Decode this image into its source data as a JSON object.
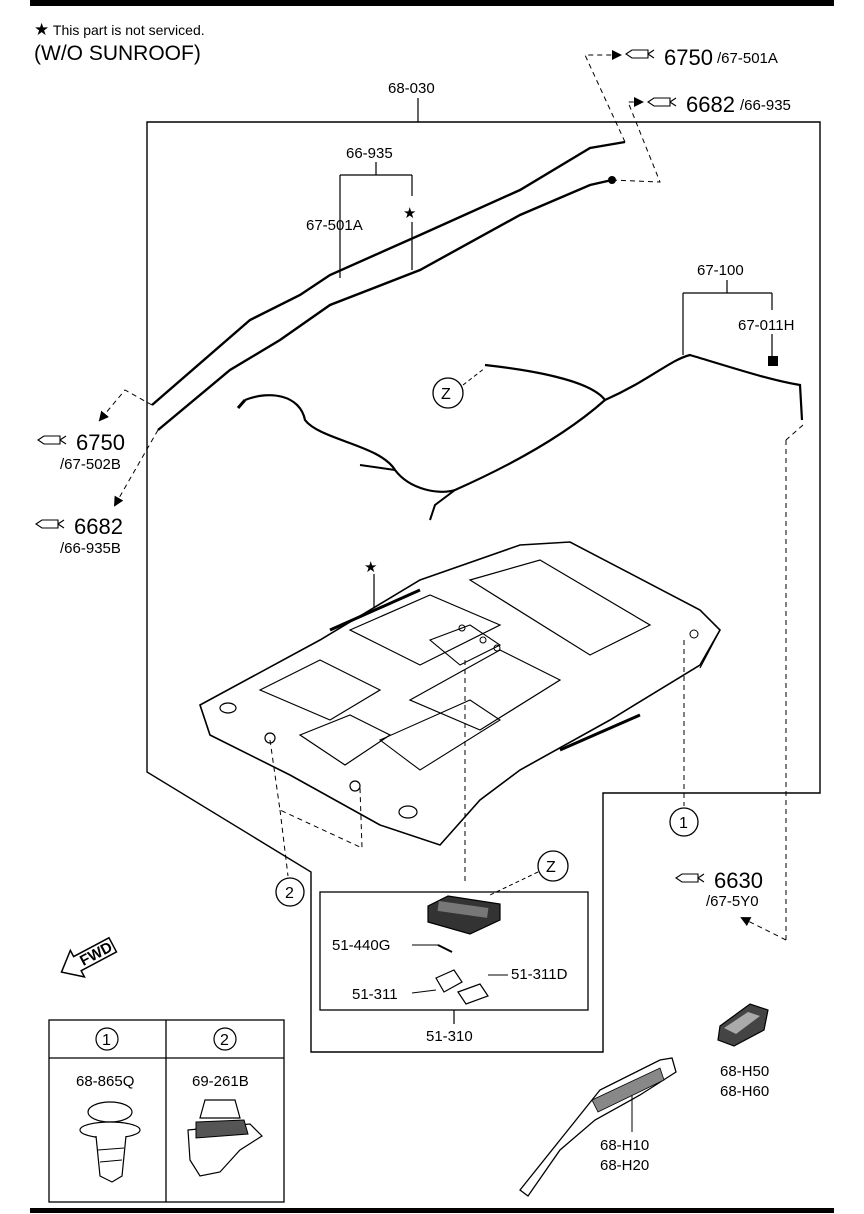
{
  "header": {
    "note_star": "★",
    "note_text": "This part is not serviced.",
    "variant": "(W/O SUNROOF)"
  },
  "labels": {
    "p68030": "68-030",
    "p66935": "66-935",
    "p67501A": "67-501A",
    "p67100": "67-100",
    "p67011H": "67-011H",
    "p51440G": "51-440G",
    "p51311": "51-311",
    "p51311D": "51-311D",
    "p51310": "51-310",
    "p68865Q": "68-865Q",
    "p69261B": "69-261B",
    "p68H50": "68-H50",
    "p68H60": "68-H60",
    "p68H10": "68-H10",
    "p68H20": "68-H20",
    "fwd": "FWD",
    "zone_z": "Z",
    "circle1": "1",
    "circle2": "2",
    "star": "★"
  },
  "refs": [
    {
      "big": "6750",
      "small": "/67-501A"
    },
    {
      "big": "6682",
      "small": "/66-935"
    },
    {
      "big": "6750",
      "small": "/67-502B"
    },
    {
      "big": "6682",
      "small": "/66-935B"
    },
    {
      "big": "6630",
      "small": "/67-5Y0"
    }
  ]
}
